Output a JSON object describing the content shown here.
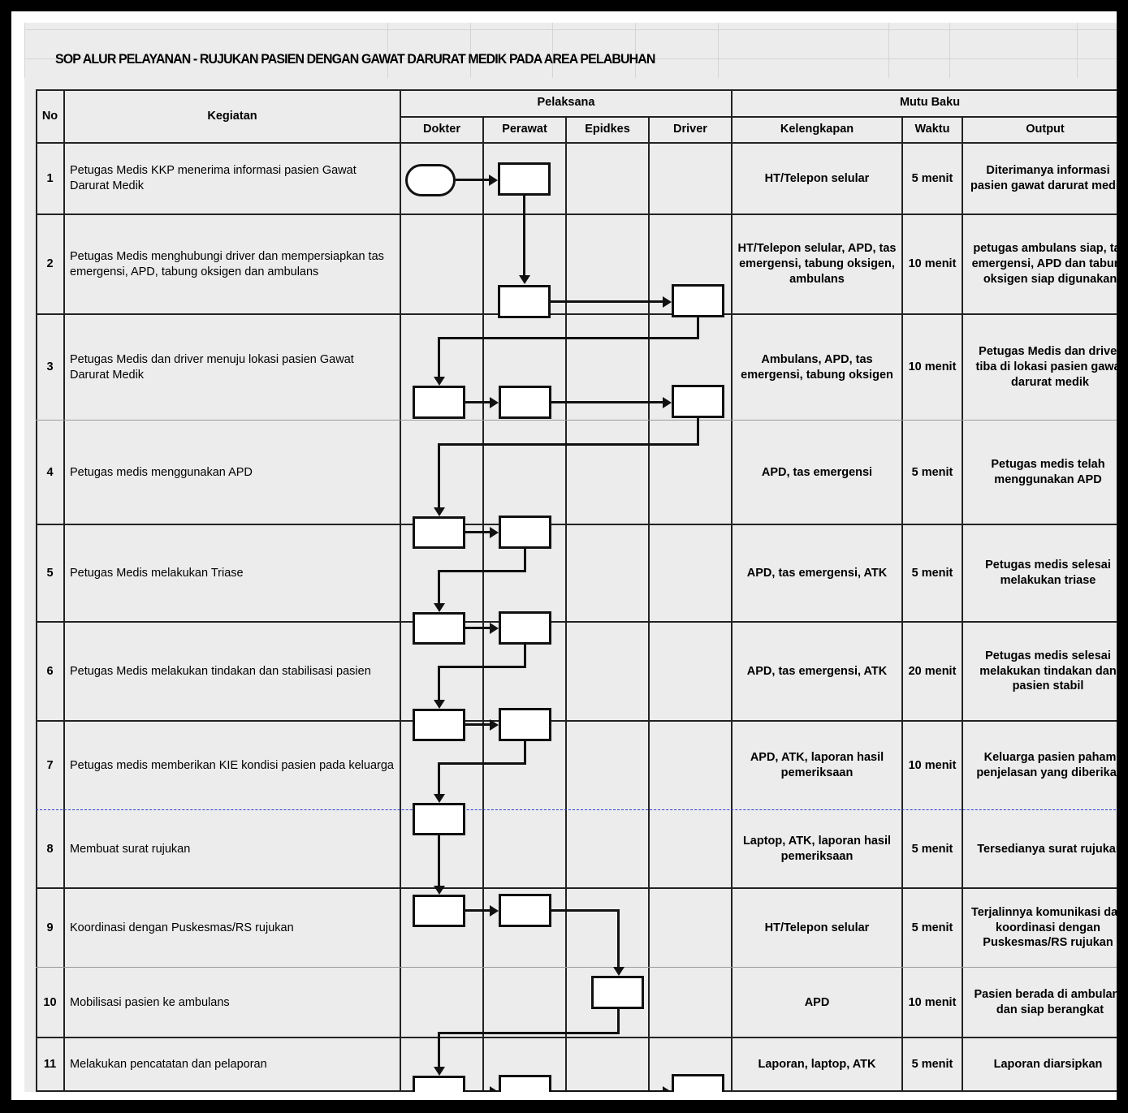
{
  "document": {
    "title": "SOP ALUR PELAYANAN - RUJUKAN PASIEN DENGAN GAWAT DARURAT MEDIK PADA AREA PELABUHAN"
  },
  "header": {
    "no": "No",
    "kegiatan": "Kegiatan",
    "pelaksana": "Pelaksana",
    "mutu_baku": "Mutu Baku",
    "pelaksana_cols": [
      "Dokter",
      "Perawat",
      "Epidkes",
      "Driver"
    ],
    "mutu_cols": [
      "Kelengkapan",
      "Waktu",
      "Output"
    ]
  },
  "rows": [
    {
      "no": "1",
      "kegiatan": "Petugas Medis KKP menerima informasi pasien Gawat Darurat Medik",
      "kelengkapan": "HT/Telepon selular",
      "waktu": "5 menit",
      "output": "Diterimanya informasi pasien gawat darurat medik"
    },
    {
      "no": "2",
      "kegiatan": "Petugas Medis menghubungi driver dan mempersiapkan tas emergensi, APD, tabung oksigen dan ambulans",
      "kelengkapan": "HT/Telepon selular, APD, tas emergensi, tabung oksigen, ambulans",
      "waktu": "10 menit",
      "output": "petugas ambulans siap, tas emergensi, APD dan tabung oksigen siap digunakan"
    },
    {
      "no": "3",
      "kegiatan": "Petugas Medis dan driver menuju lokasi pasien Gawat Darurat Medik",
      "kelengkapan": "Ambulans, APD, tas emergensi, tabung oksigen",
      "waktu": "10 menit",
      "output": "Petugas Medis dan driver tiba di lokasi pasien gawat darurat medik"
    },
    {
      "no": "4",
      "kegiatan": "Petugas medis menggunakan APD",
      "kelengkapan": "APD, tas emergensi",
      "waktu": "5 menit",
      "output": "Petugas medis telah menggunakan APD"
    },
    {
      "no": "5",
      "kegiatan": "Petugas Medis melakukan Triase",
      "kelengkapan": "APD, tas emergensi, ATK",
      "waktu": "5 menit",
      "output": "Petugas medis selesai melakukan triase"
    },
    {
      "no": "6",
      "kegiatan": "Petugas Medis melakukan tindakan dan stabilisasi pasien",
      "kelengkapan": "APD, tas emergensi, ATK",
      "waktu": "20 menit",
      "output": "Petugas medis selesai melakukan tindakan dan pasien stabil"
    },
    {
      "no": "7",
      "kegiatan": "Petugas medis memberikan KIE kondisi pasien pada keluarga",
      "kelengkapan": "APD, ATK, laporan hasil pemeriksaan",
      "waktu": "10 menit",
      "output": "Keluarga pasien paham penjelasan yang diberikan"
    },
    {
      "no": "8",
      "kegiatan": "Membuat surat rujukan",
      "kelengkapan": "Laptop, ATK, laporan hasil pemeriksaan",
      "waktu": "5 menit",
      "output": "Tersedianya surat rujukan"
    },
    {
      "no": "9",
      "kegiatan": "Koordinasi dengan Puskesmas/RS rujukan",
      "kelengkapan": "HT/Telepon selular",
      "waktu": "5 menit",
      "output": "Terjalinnya komunikasi dan koordinasi dengan Puskesmas/RS rujukan"
    },
    {
      "no": "10",
      "kegiatan": "Mobilisasi pasien ke ambulans",
      "kelengkapan": "APD",
      "waktu": "10 menit",
      "output": "Pasien berada di ambulans dan siap berangkat"
    },
    {
      "no": "11",
      "kegiatan": "Melakukan pencatatan dan pelaporan",
      "kelengkapan": "Laporan, laptop, ATK",
      "waktu": "5 menit",
      "output": "Laporan diarsipkan"
    }
  ],
  "colors": {
    "sheet_background": "#ececec",
    "border": "#222222",
    "shape_fill": "#ffffff",
    "shape_stroke": "#111111",
    "page_break_line": "#2a3fd0",
    "frame": "#000000"
  }
}
